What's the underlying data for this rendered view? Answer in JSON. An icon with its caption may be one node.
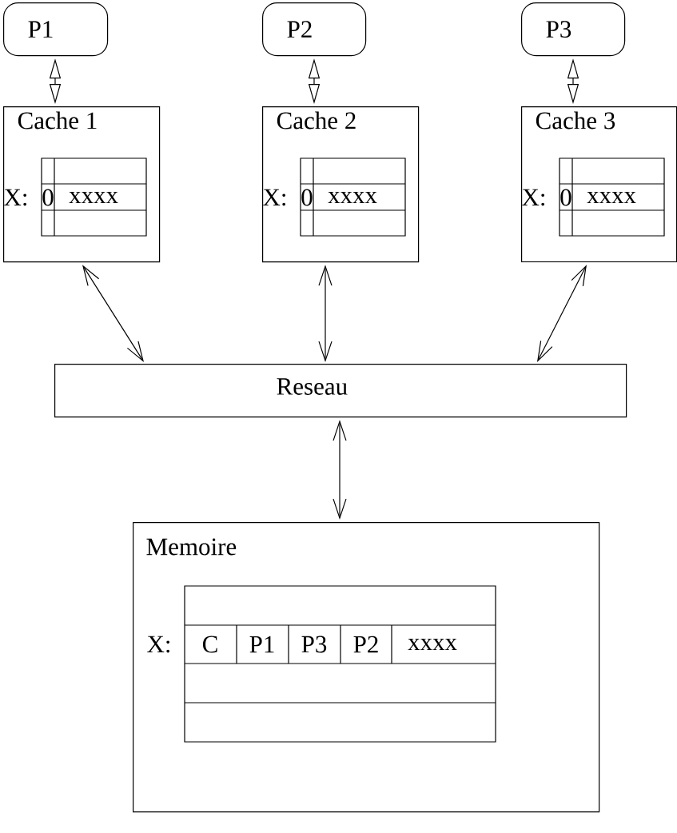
{
  "diagram": {
    "nodes": [
      {
        "text": [
          "P1"
        ]
      },
      {
        "text": [
          "P2"
        ]
      },
      {
        "text": [
          "P3"
        ]
      },
      {
        "text": [
          "Cache 1"
        ]
      },
      {
        "text": [
          "Cache 2"
        ]
      },
      {
        "text": [
          "Cache 3"
        ]
      },
      {
        "text": [
          "Reseau"
        ]
      },
      {
        "text": [
          "Memoire"
        ]
      }
    ],
    "edges": [
      {
        "from": 0,
        "to": 3,
        "arrow": "both"
      },
      {
        "from": 1,
        "to": 4,
        "arrow": "both"
      },
      {
        "from": 2,
        "to": 5,
        "arrow": "both"
      },
      {
        "from": 3,
        "to": 6,
        "arrow": "both"
      },
      {
        "from": 4,
        "to": 6,
        "arrow": "both"
      },
      {
        "from": 5,
        "to": 6,
        "arrow": "both"
      },
      {
        "from": 6,
        "to": 7,
        "arrow": "both"
      }
    ],
    "labels": [
      "X:",
      "0",
      "xxxx",
      "X:",
      "0",
      "xxxx",
      "X:",
      "0",
      "xxxx",
      "X:",
      "C",
      "P1",
      "P3",
      "P2",
      "xxxx"
    ]
  }
}
